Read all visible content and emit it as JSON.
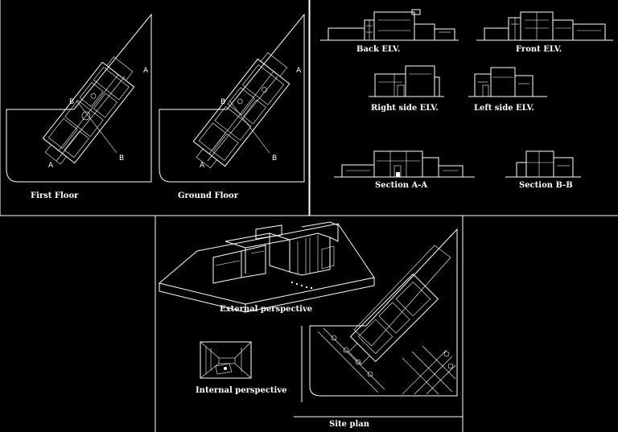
{
  "panels": {
    "plans": {
      "first_floor": "First Floor",
      "ground_floor": "Ground Floor",
      "marker_a": "A",
      "marker_b": "B"
    },
    "elevations": {
      "back": "Back ELV.",
      "front": "Front ELV.",
      "right": "Right side ELV.",
      "left": "Left side ELV.",
      "section_a": "Section A-A",
      "section_b": "Section B-B"
    },
    "lower": {
      "external": "External perspective",
      "internal": "Internal perspective",
      "site": "Site plan"
    }
  },
  "colors": {
    "background": "#000000",
    "linework": "#ffffff"
  }
}
